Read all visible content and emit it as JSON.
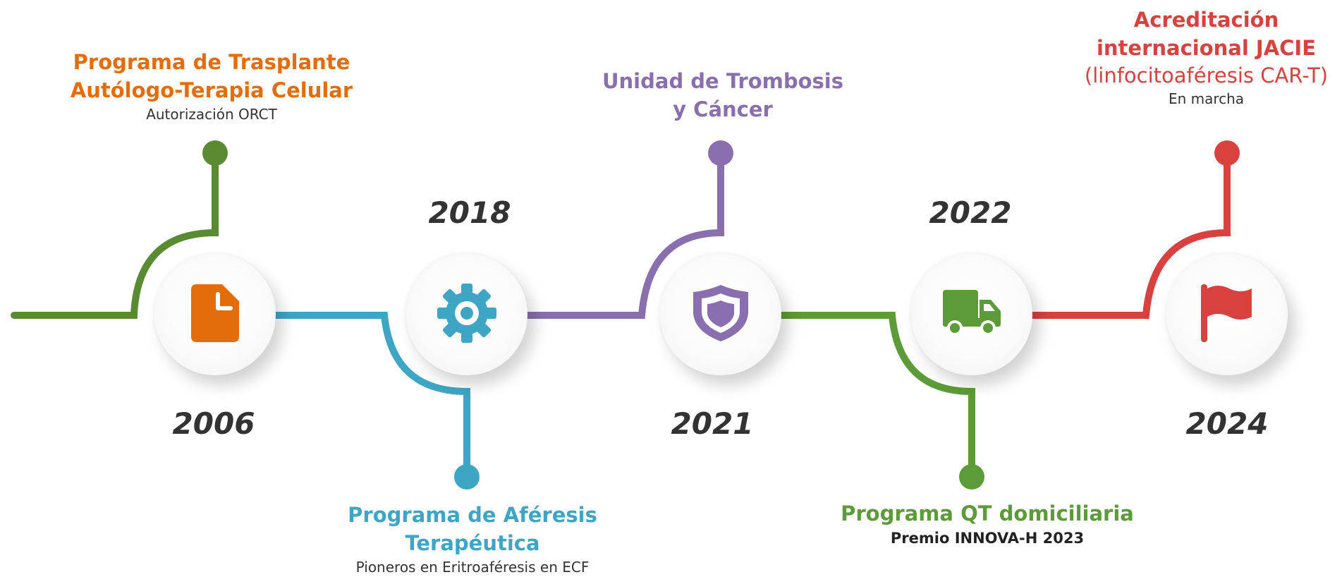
{
  "colors": {
    "orange": "#E46C0A",
    "green": "#5C9C38",
    "blue": "#3FA5C4",
    "purple": "#8A6FAE",
    "red": "#D9413F",
    "dark_green": "#5A8A32"
  },
  "milestones": [
    {
      "year": "2006",
      "title_line1": "Programa de Trasplante",
      "title_line2": "Autólogo-Terapia Celular",
      "subtitle": "Autorización ORCT",
      "icon": "document-icon"
    },
    {
      "year": "2018",
      "title_line1": "Programa de Aféresis",
      "title_line2": "Terapéutica",
      "subtitle": "Pioneros en Eritroaféresis en ECF",
      "icon": "gear-icon"
    },
    {
      "year": "2021",
      "title_line1": "Unidad de Trombosis",
      "title_line2": "y Cáncer",
      "icon": "shield-icon"
    },
    {
      "year": "2022",
      "title_line1": "Programa QT domiciliaria",
      "subtitle": "Premio INNOVA-H 2023",
      "icon": "truck-icon"
    },
    {
      "year": "2024",
      "title_line1": "Acreditación",
      "title_line2": "internacional JACIE",
      "title_line3": "(linfocitoaféresis CAR-T)",
      "subtitle": "En marcha",
      "icon": "flag-icon"
    }
  ]
}
